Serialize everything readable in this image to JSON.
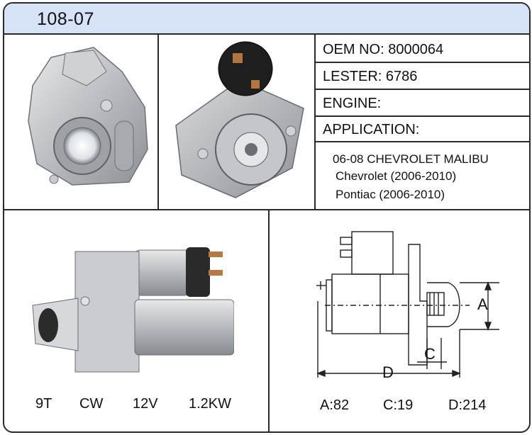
{
  "header": {
    "title": "108-07"
  },
  "specs": {
    "oem": "OEM NO: 8000064",
    "lester": "LESTER: 6786",
    "engine": "ENGINE:",
    "application": "APPLICATION:"
  },
  "applications": [
    "06-08 CHEVROLET MALIBU",
    "Chevrolet (2006-2010)",
    "Pontiac (2006-2010)"
  ],
  "ratings": {
    "teeth": "9T",
    "rotation": "CW",
    "voltage": "12V",
    "power": "1.2KW"
  },
  "dimensions": {
    "a": "A:82",
    "c": "C:19",
    "d": "D:214",
    "label_a": "A",
    "label_c": "C",
    "label_d": "D"
  }
}
